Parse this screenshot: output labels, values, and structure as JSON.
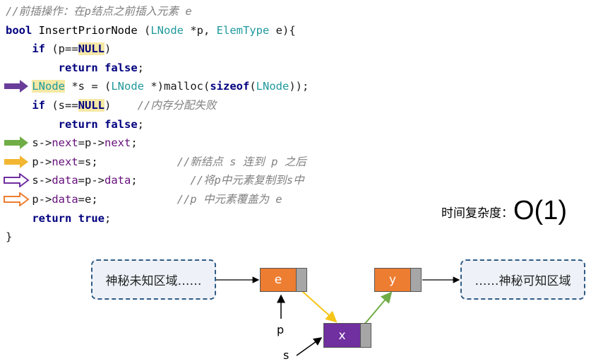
{
  "code": {
    "comment_title": "//前插操作：在p结点之前插入元素 e",
    "sig_kw": "bool",
    "sig_fn": "InsertPriorNode",
    "sig_open": " (",
    "sig_ty1": "LNode",
    "sig_p": " *p, ",
    "sig_ty2": "ElemType",
    "sig_end": " e){",
    "l3_if": "if",
    "l3_a": " (p==",
    "l3_null": "NULL",
    "l3_b": ")",
    "l4_ret": "return",
    "l4_false": "false",
    "l4_semi": ";",
    "l5_ty": "LNode",
    "l5_a": " *s = (",
    "l5_ty2": "LNode",
    "l5_b": " *)malloc(",
    "l5_sizeof": "sizeof",
    "l5_c": "(",
    "l5_ty3": "LNode",
    "l5_d": "));",
    "l6_if": "if",
    "l6_a": " (s==",
    "l6_null": "NULL",
    "l6_b": ")    ",
    "l6_cm": "//内存分配失败",
    "l7_ret": "return",
    "l7_false": "false",
    "l7_semi": ";",
    "l8_a": "s->",
    "l8_f1": "next",
    "l8_b": "=p->",
    "l8_f2": "next",
    "l8_c": ";",
    "l9_a": "p->",
    "l9_f1": "next",
    "l9_b": "=s;            ",
    "l9_cm": "//新结点 s 连到 p 之后",
    "l10_a": "s->",
    "l10_f1": "data",
    "l10_b": "=p->",
    "l10_f2": "data",
    "l10_c": ";        ",
    "l10_cm": "//将p中元素复制到s中",
    "l11_a": "p->",
    "l11_f1": "data",
    "l11_b": "=e;            ",
    "l11_cm": "//p 中元素覆盖为 e",
    "l12_ret": "return",
    "l12_true": "true",
    "l12_semi": ";",
    "l13": "}"
  },
  "arrow_colors": {
    "malloc": "#6a3d9a",
    "next_copy": "#70ad47",
    "next_link": "#f2b632",
    "data_copy": "#7030a0",
    "data_set": "#ed7d31"
  },
  "complexity": {
    "label": "时间复杂度：",
    "value": "O(1)"
  },
  "diagram": {
    "left_region": "神秘未知区域……",
    "right_region": "……神秘可知区域",
    "node_e": "e",
    "node_y": "y",
    "node_x": "x",
    "label_p": "p",
    "label_s": "s",
    "orange": "#ed7d31",
    "purple": "#7030a0",
    "yellow": "#f5c518",
    "green": "#70ad47"
  }
}
